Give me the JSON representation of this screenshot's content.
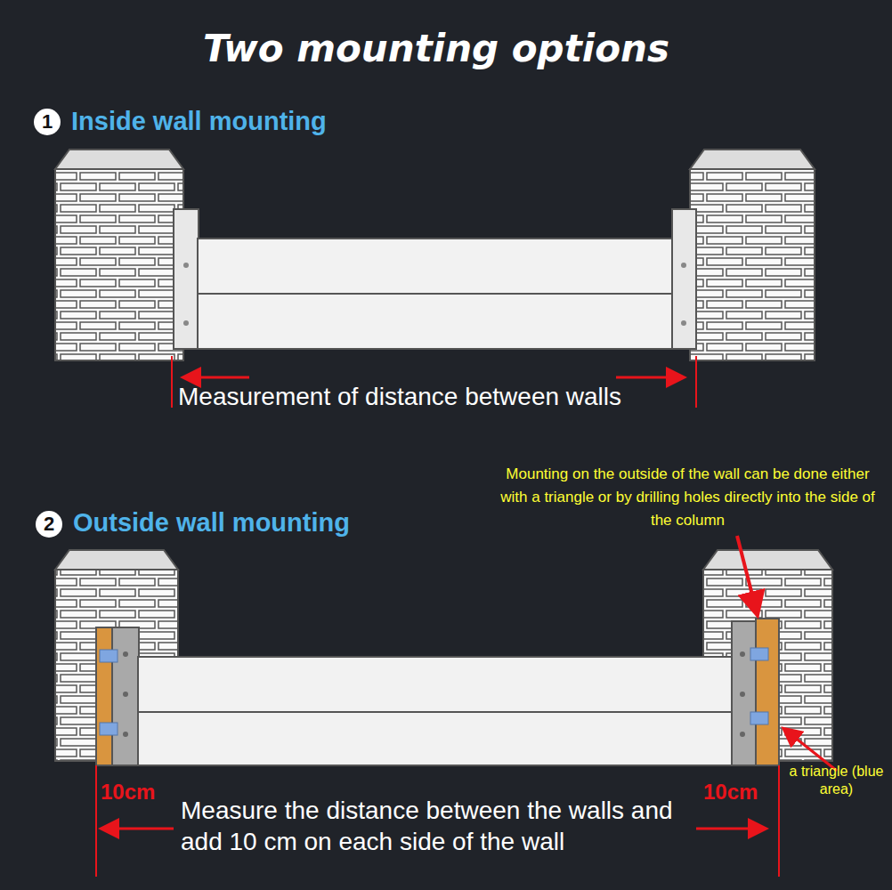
{
  "diagram": {
    "title": "Two mounting options",
    "labels": [
      "1",
      "Inside wall mounting",
      "Measurement of distance between walls",
      "2",
      "Outside wall mounting",
      "Mounting on the outside of the wall can be done either with a triangle or by drilling holes directly into the side of the column",
      "10cm",
      "10cm",
      "Measure the distance between the walls and add 10 cm on each side of the wall",
      "a triangle (blue area)"
    ]
  }
}
